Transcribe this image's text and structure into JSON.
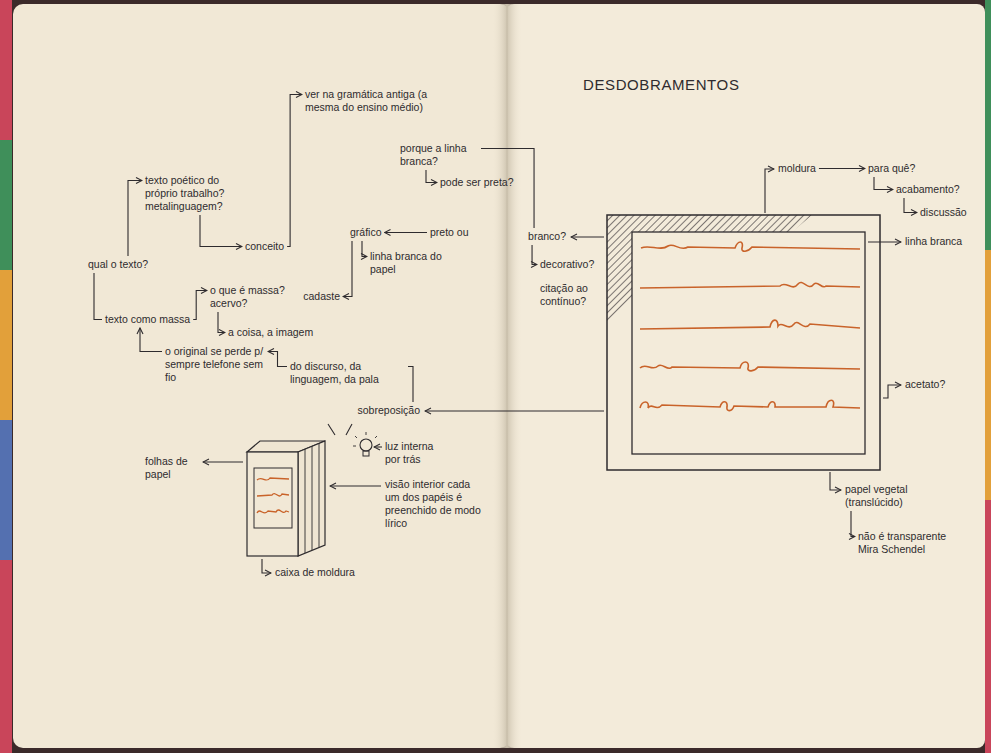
{
  "diagram": {
    "title": "DESDOBRAMENTOS",
    "nodes": [
      {
        "text": [
          "ver na gramática antiga (a mesma do ensino médio)"
        ]
      },
      {
        "text": [
          "texto poético do próprio trabalho? metalinguagem?"
        ]
      },
      {
        "text": [
          "porque a linha branca?"
        ]
      },
      {
        "text": [
          "pode ser preta?"
        ]
      },
      {
        "text": [
          "conceito"
        ]
      },
      {
        "text": [
          "gráfico"
        ]
      },
      {
        "text": [
          "preto ou"
        ]
      },
      {
        "text": [
          "branco?"
        ]
      },
      {
        "text": [
          "qual o texto?"
        ]
      },
      {
        "text": [
          "linha branca do papel"
        ]
      },
      {
        "text": [
          "decorativo?"
        ]
      },
      {
        "text": [
          "o que é massa? acervo?"
        ]
      },
      {
        "text": [
          "cadaste"
        ]
      },
      {
        "text": [
          "citação ao contínuo?"
        ]
      },
      {
        "text": [
          "texto como massa"
        ]
      },
      {
        "text": [
          "a coisa, a imagem"
        ]
      },
      {
        "text": [
          "o original se perde p/ sempre telefone sem fio"
        ]
      },
      {
        "text": [
          "do discurso, da linguagem, da pala"
        ]
      },
      {
        "text": [
          "sobreposição"
        ]
      },
      {
        "text": [
          "luz interna por trás"
        ]
      },
      {
        "text": [
          "folhas de papel"
        ]
      },
      {
        "text": [
          "visão interior cada um dos papéis é preenchido de modo lírico"
        ]
      },
      {
        "text": [
          "caixa de moldura"
        ]
      },
      {
        "text": [
          "moldura"
        ]
      },
      {
        "text": [
          "para quê?"
        ]
      },
      {
        "text": [
          "acabamento?"
        ]
      },
      {
        "text": [
          "discussão"
        ]
      },
      {
        "text": [
          "linha branca"
        ]
      },
      {
        "text": [
          "acetato?"
        ]
      },
      {
        "text": [
          "papel vegetal (translúcido)"
        ]
      },
      {
        "text": [
          "não é transparente Mira Schendel"
        ]
      }
    ],
    "edges": [
      {
        "from": 8,
        "to": 1,
        "arrow": "to"
      },
      {
        "from": 1,
        "to": 4,
        "arrow": "to"
      },
      {
        "from": 4,
        "to": 0,
        "arrow": "to"
      },
      {
        "from": 8,
        "to": 14,
        "arrow": "none"
      },
      {
        "from": 16,
        "to": 14,
        "arrow": "to"
      },
      {
        "from": 14,
        "to": 11,
        "arrow": "to"
      },
      {
        "from": 11,
        "to": 15,
        "arrow": "to"
      },
      {
        "from": 6,
        "to": 5,
        "arrow": "to"
      },
      {
        "from": 5,
        "to": 12,
        "arrow": "to"
      },
      {
        "from": 5,
        "to": 9,
        "arrow": "to"
      },
      {
        "from": 2,
        "to": 7,
        "arrow": "none"
      },
      {
        "from": 2,
        "to": 3,
        "arrow": "to"
      },
      {
        "from": 7,
        "to": 10,
        "arrow": "to"
      },
      {
        "from": 17,
        "to": 16,
        "arrow": "to"
      },
      {
        "from": 18,
        "to": 17,
        "arrow": "none"
      },
      {
        "from": 23,
        "to": 24,
        "arrow": "to"
      },
      {
        "from": 24,
        "to": 25,
        "arrow": "to"
      },
      {
        "from": 25,
        "to": 26,
        "arrow": "to"
      },
      {
        "from": 29,
        "to": 30,
        "arrow": "to"
      }
    ]
  }
}
